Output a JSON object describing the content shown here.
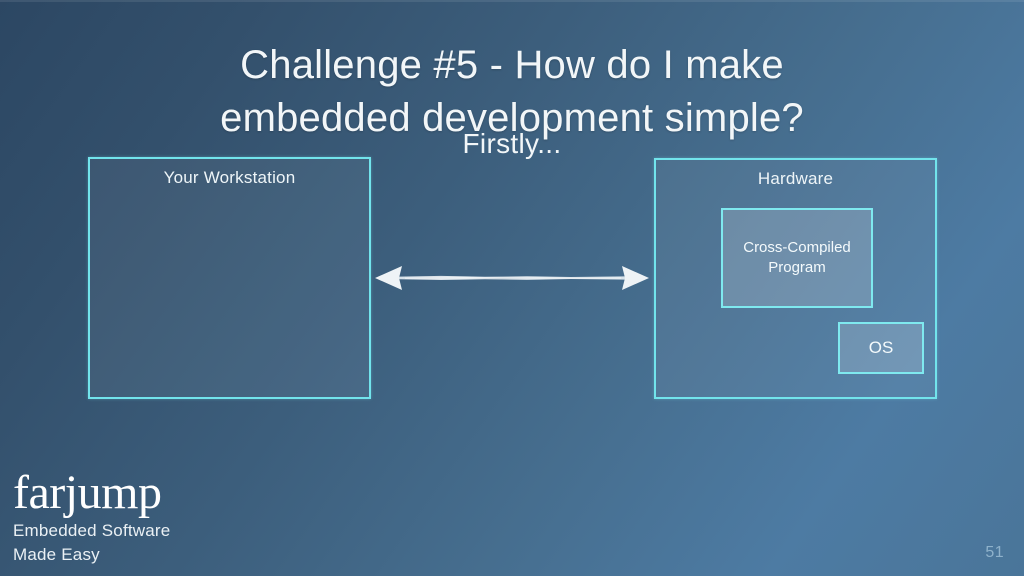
{
  "slide": {
    "title_line_1": "Challenge #5 - How do I make",
    "title_line_2": "embedded development simple?",
    "subtitle": "Firstly...",
    "page_number": "51",
    "colors": {
      "background_dark": "#2c4763",
      "background_light": "#4d7ba3",
      "box_border_cyan": "#72e4ec",
      "inner_box_border_cyan": "#7fe9ef",
      "text_white": "#f2f6f8",
      "page_number_muted": "#8fb2cb",
      "arrow_white": "#eef3f6"
    }
  },
  "diagram": {
    "workstation": {
      "label": "Your Workstation"
    },
    "hardware": {
      "label": "Hardware",
      "children": [
        {
          "label": "Cross-Compiled\nProgram",
          "line_1": "Cross-Compiled",
          "line_2": "Program"
        },
        {
          "label": "OS"
        }
      ]
    },
    "connector": {
      "name": "double-headed-arrow",
      "direction": "bidirectional"
    }
  },
  "logo": {
    "wordmark": "farjump",
    "tagline_line_1": "Embedded Software",
    "tagline_line_2": "Made Easy"
  }
}
